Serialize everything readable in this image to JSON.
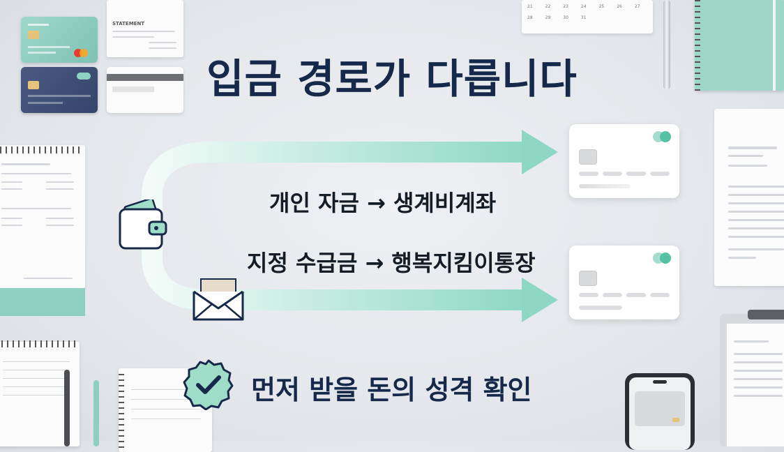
{
  "title": "입금 경로가 다릅니다",
  "routes": [
    {
      "text": "개인 자금 → 생계비계좌"
    },
    {
      "text": "지정 수급금 → 행복지킴이통장"
    }
  ],
  "bottom": {
    "text": "먼저 받을 돈의 성격 확인"
  },
  "decor": {
    "statement_label": "STATEMENT",
    "calendar_numbers": [
      "21",
      "22",
      "23",
      "24",
      "25",
      "26",
      "27",
      "28",
      "29",
      "30",
      "31"
    ]
  },
  "colors": {
    "title": "#17294a",
    "accent_mint": "#8ed8c3",
    "badge_fill": "#9fddc9",
    "navy_card": "#3e4c6e",
    "teal_card": "#8fcfc0"
  },
  "icons": [
    "wallet-icon",
    "envelope-icon",
    "check-badge-icon",
    "credit-card-icon"
  ]
}
